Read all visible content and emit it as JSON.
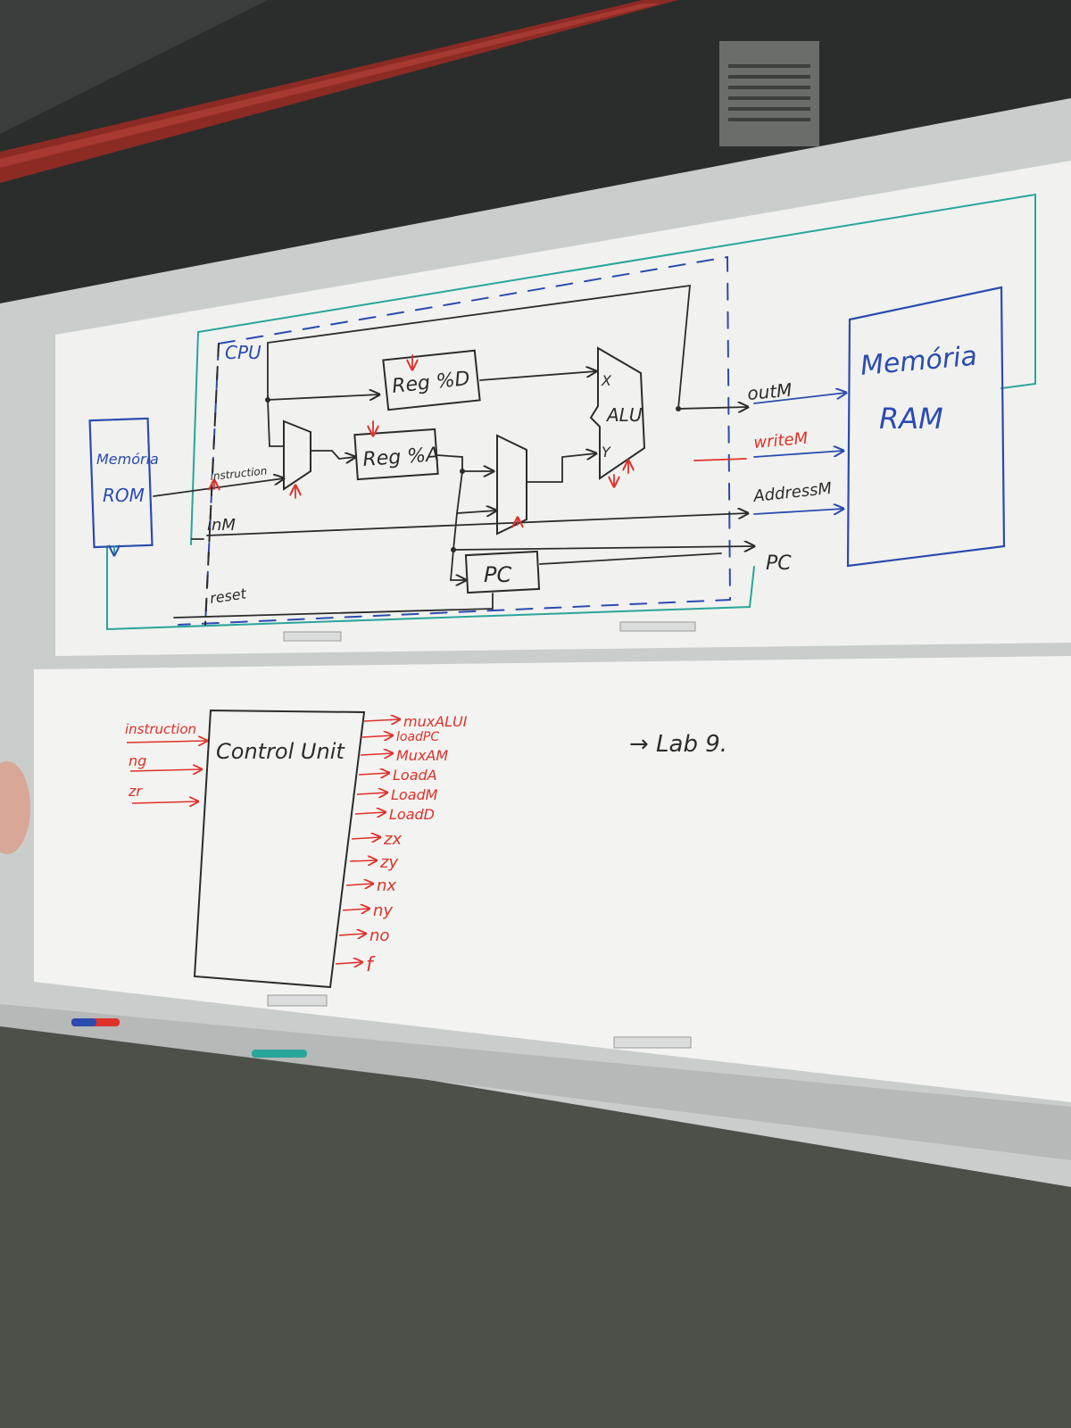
{
  "upper_board": {
    "cpu_label": "CPU",
    "rom_line1": "Memória",
    "rom_line2": "ROM",
    "instruction_label": "instruction",
    "inm_label": "inM",
    "reset_label": "reset",
    "reg_d_label": "Reg %D",
    "reg_a_label": "Reg %A",
    "alu_label": "ALU",
    "alu_x_label": "X",
    "alu_y_label": "Y",
    "pc_box_label": "PC",
    "outm_label": "outM",
    "writem_label": "writeM",
    "addressm_label": "AddressM",
    "pc_out_label": "PC",
    "ram_line1": "Memória",
    "ram_line2": "RAM"
  },
  "lower_board": {
    "control_unit_label": "Control Unit",
    "inputs": [
      "instruction",
      "ng",
      "zr"
    ],
    "outputs": [
      "muxALUI",
      "loadPC",
      "MuxAM",
      "LoadA",
      "LoadM",
      "LoadD",
      "zx",
      "zy",
      "nx",
      "ny",
      "no",
      "f"
    ],
    "note": "→ Lab 9."
  },
  "colors": {
    "wall": "#4b5049",
    "ceiling": "#2a2d2b",
    "pipe": "#8c2a24",
    "board": "#f1f2ef",
    "frame": "#c9cdcc",
    "black_marker": "#2c2c2c",
    "red_marker": "#e0302a",
    "blue_marker": "#2b4bb0",
    "teal_marker": "#2aa59a"
  }
}
